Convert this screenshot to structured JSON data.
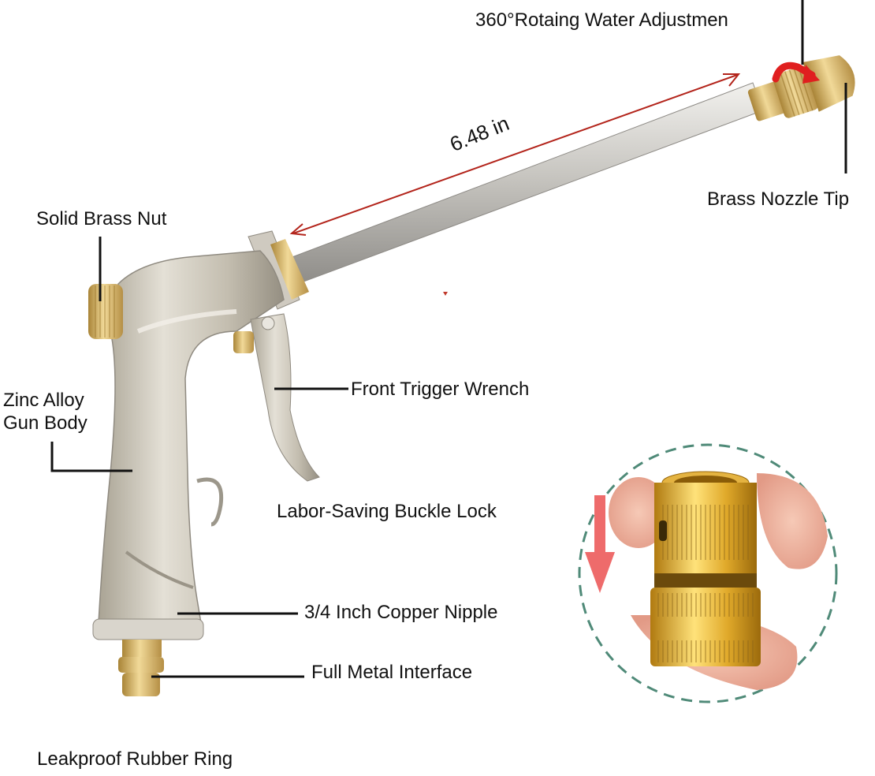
{
  "figure": {
    "subject": "Metal garden hose spray gun with brass nozzle",
    "dimension": {
      "value": "6.48 in",
      "arrow_color": "#b3241b"
    },
    "callouts": [
      {
        "id": "rotating-adjustment",
        "text": "360°Rotaing Water Adjustmen"
      },
      {
        "id": "brass-nozzle-tip",
        "text": "Brass Nozzle Tip"
      },
      {
        "id": "solid-brass-nut",
        "text": "Solid Brass Nut"
      },
      {
        "id": "gun-body-line1",
        "text": "Zinc Alloy"
      },
      {
        "id": "gun-body-line2",
        "text": "Gun Body"
      },
      {
        "id": "front-trigger",
        "text": "Front Trigger Wrench"
      },
      {
        "id": "buckle-lock",
        "text": "Labor-Saving Buckle Lock"
      },
      {
        "id": "copper-nipple",
        "text": "3/4 Inch Copper Nipple"
      },
      {
        "id": "metal-interface",
        "text": "Full Metal Interface"
      },
      {
        "id": "rubber-ring",
        "text": "Leakproof Rubber Ring"
      }
    ],
    "inset": {
      "subject": "Brass quick connector held between fingers",
      "circle_border_color": "#4f8a78",
      "arrow_color": "#ee6b6b",
      "arrow_direction": "down"
    },
    "colors": {
      "silver": "#c9c4b8",
      "silver_dark": "#8f8a80",
      "brass": "#d8b76e",
      "brass_dark": "#a98437",
      "rotation_arrow": "#e01f1f"
    }
  }
}
